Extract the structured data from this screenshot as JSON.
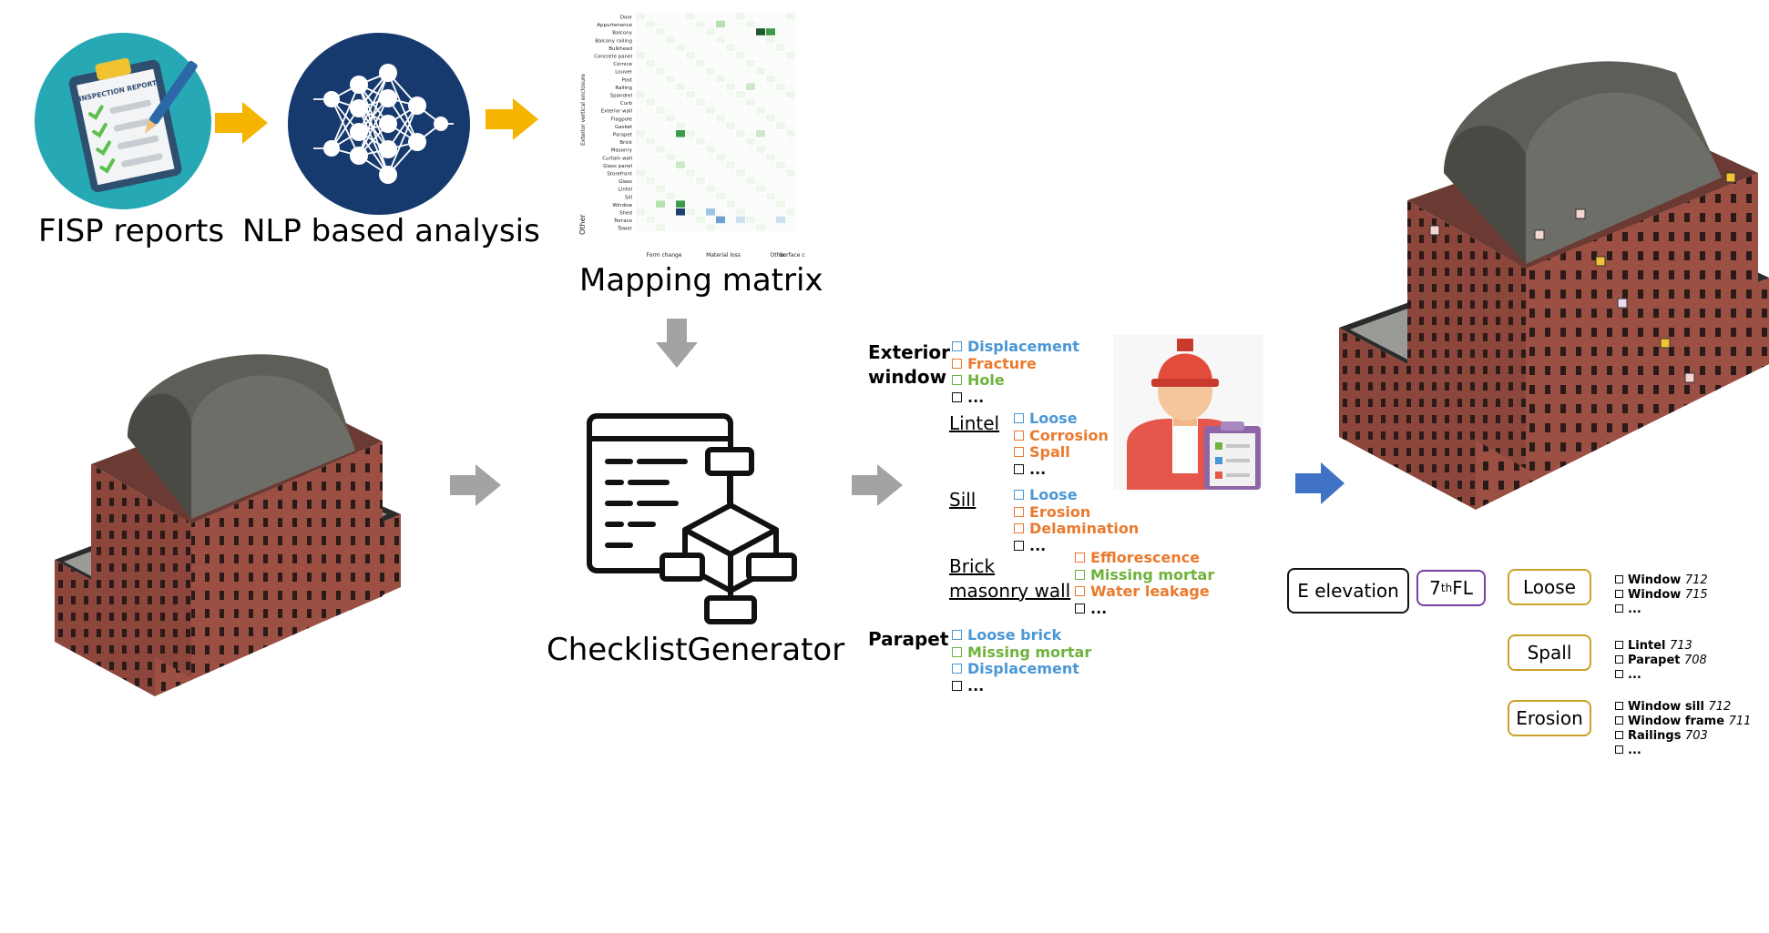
{
  "labels": {
    "fisp": "FISP reports",
    "nlp": "NLP based analysis",
    "matrix": "Mapping matrix",
    "generator": "ChecklistGenerator"
  },
  "inspection_report_text": "INSPECTION REPORT",
  "matrix": {
    "rows": [
      "Door",
      "Appurtenance",
      "Balcony",
      "Balcony railing",
      "Bulkhead",
      "Concrete panel",
      "Cornice",
      "Louver",
      "Post",
      "Railing",
      "Spandrel",
      "Curb",
      "Exterior wall",
      "Flagpole",
      "Gasket",
      "Parapet",
      "Brick",
      "Masonry",
      "Curtain wall",
      "Glass panel",
      "Storefront",
      "Glass",
      "Lintel",
      "Sill",
      "Window",
      "Shed",
      "Terrace",
      "Tower"
    ],
    "group_left_1": "Exterior vertical enclosure",
    "group_left_2": "Other",
    "group_bottom": [
      "Form change",
      "Material loss",
      "Other",
      "Surface change"
    ]
  },
  "checklist": {
    "groups": [
      {
        "name": "Exterior window",
        "items": [
          {
            "text": "Displacement",
            "color": "#4a97d6"
          },
          {
            "text": "Fracture",
            "color": "#ea7a2e"
          },
          {
            "text": "Hole",
            "color": "#6fb23c"
          },
          {
            "text": "...",
            "color": "#111111"
          }
        ]
      },
      {
        "name": "Lintel",
        "items": [
          {
            "text": "Loose",
            "color": "#4a97d6"
          },
          {
            "text": "Corrosion",
            "color": "#ea7a2e"
          },
          {
            "text": "Spall",
            "color": "#ea7a2e"
          },
          {
            "text": "...",
            "color": "#111111"
          }
        ]
      },
      {
        "name": "Sill",
        "items": [
          {
            "text": "Loose",
            "color": "#4a97d6"
          },
          {
            "text": "Erosion",
            "color": "#ea7a2e"
          },
          {
            "text": "Delamination",
            "color": "#ea7a2e"
          },
          {
            "text": "...",
            "color": "#111111"
          }
        ]
      },
      {
        "name": "Brick masonry wall",
        "items": [
          {
            "text": "Efflorescence",
            "color": "#ea7a2e"
          },
          {
            "text": "Missing mortar",
            "color": "#6fb23c"
          },
          {
            "text": "Water leakage",
            "color": "#ea7a2e"
          },
          {
            "text": "...",
            "color": "#111111"
          }
        ]
      },
      {
        "name": "Parapet",
        "items": [
          {
            "text": "Loose brick",
            "color": "#4a97d6"
          },
          {
            "text": "Missing mortar",
            "color": "#6fb23c"
          },
          {
            "text": "Displacement",
            "color": "#4a97d6"
          },
          {
            "text": "...",
            "color": "#111111"
          }
        ]
      }
    ]
  },
  "results": {
    "elevation": "E elevation",
    "floor": "7",
    "floor_sup": "th",
    "floor_suffix": " FL",
    "loose": {
      "label": "Loose",
      "items": [
        {
          "name": "Window",
          "num": "712"
        },
        {
          "name": "Window",
          "num": "715"
        },
        {
          "name": "...",
          "num": ""
        }
      ]
    },
    "spall": {
      "label": "Spall",
      "items": [
        {
          "name": "Lintel",
          "num": "713"
        },
        {
          "name": "Parapet",
          "num": "708"
        },
        {
          "name": "...",
          "num": ""
        }
      ]
    },
    "erosion": {
      "label": "Erosion",
      "items": [
        {
          "name": "Window sill",
          "num": "712"
        },
        {
          "name": "Window frame",
          "num": "711"
        },
        {
          "name": "Railings",
          "num": "703"
        },
        {
          "name": "...",
          "num": ""
        }
      ]
    }
  },
  "colors": {
    "fisp_circle": "#27a9b5",
    "nlp_circle": "#173a6e",
    "arrow_yellow": "#f5b400",
    "arrow_gray": "#a3a3a3",
    "arrow_blue": "#3f72c5",
    "brick": "#8d463c",
    "roof": "#5e5e58",
    "tag_gold": "#c9a227",
    "tag_purple": "#7a3fa0"
  }
}
